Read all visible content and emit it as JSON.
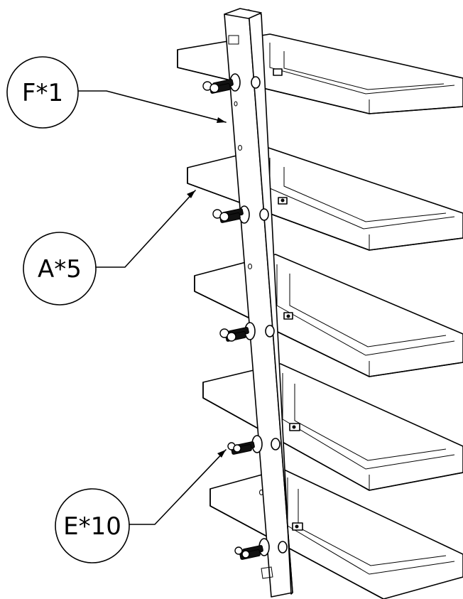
{
  "callouts": [
    {
      "id": "frame",
      "label": "F*1"
    },
    {
      "id": "shelf",
      "label": "A*5"
    },
    {
      "id": "screws",
      "label": "E*10"
    }
  ],
  "parts": {
    "shelf_count": 5,
    "screw_pairs": 5
  }
}
